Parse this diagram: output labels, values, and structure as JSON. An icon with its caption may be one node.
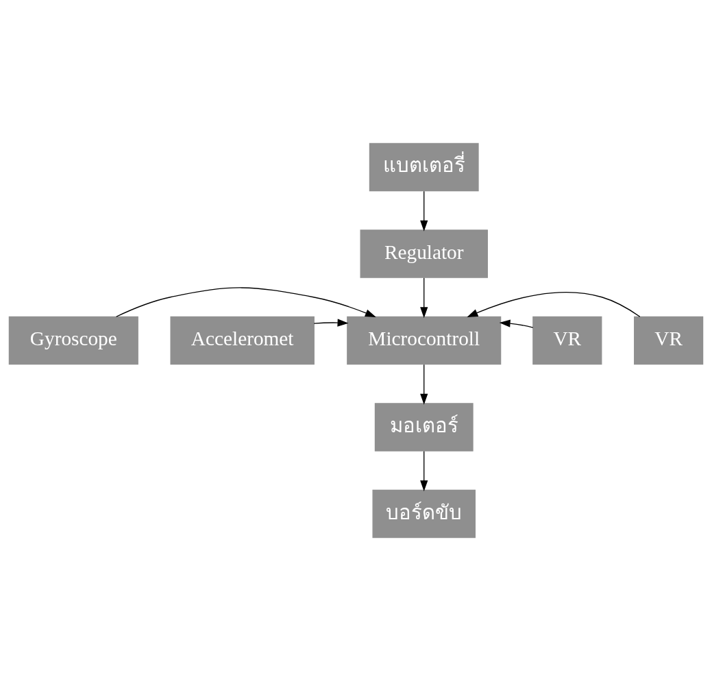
{
  "diagram": {
    "nodes": [
      {
        "text": [
          "แบตเตอรี่"
        ]
      },
      {
        "text": [
          "Regulator"
        ]
      },
      {
        "text": [
          "Gyroscope"
        ]
      },
      {
        "text": [
          "Microcontroll"
        ]
      },
      {
        "text": [
          "VR"
        ]
      },
      {
        "text": [
          "Acceleromet"
        ]
      },
      {
        "text": [
          "VR"
        ]
      },
      {
        "text": [
          "มอเตอร์"
        ]
      },
      {
        "text": [
          "บอร์ดขับ"
        ]
      }
    ],
    "edges": [
      {
        "from": 0,
        "to": 1,
        "arrow": "to"
      },
      {
        "from": 1,
        "to": 3,
        "arrow": "to"
      },
      {
        "from": 2,
        "to": 3,
        "arrow": "to"
      },
      {
        "from": 5,
        "to": 3,
        "arrow": "to"
      },
      {
        "from": 4,
        "to": 3,
        "arrow": "to"
      },
      {
        "from": 6,
        "to": 3,
        "arrow": "to"
      },
      {
        "from": 3,
        "to": 7,
        "arrow": "to"
      },
      {
        "from": 7,
        "to": 8,
        "arrow": "to"
      }
    ]
  }
}
